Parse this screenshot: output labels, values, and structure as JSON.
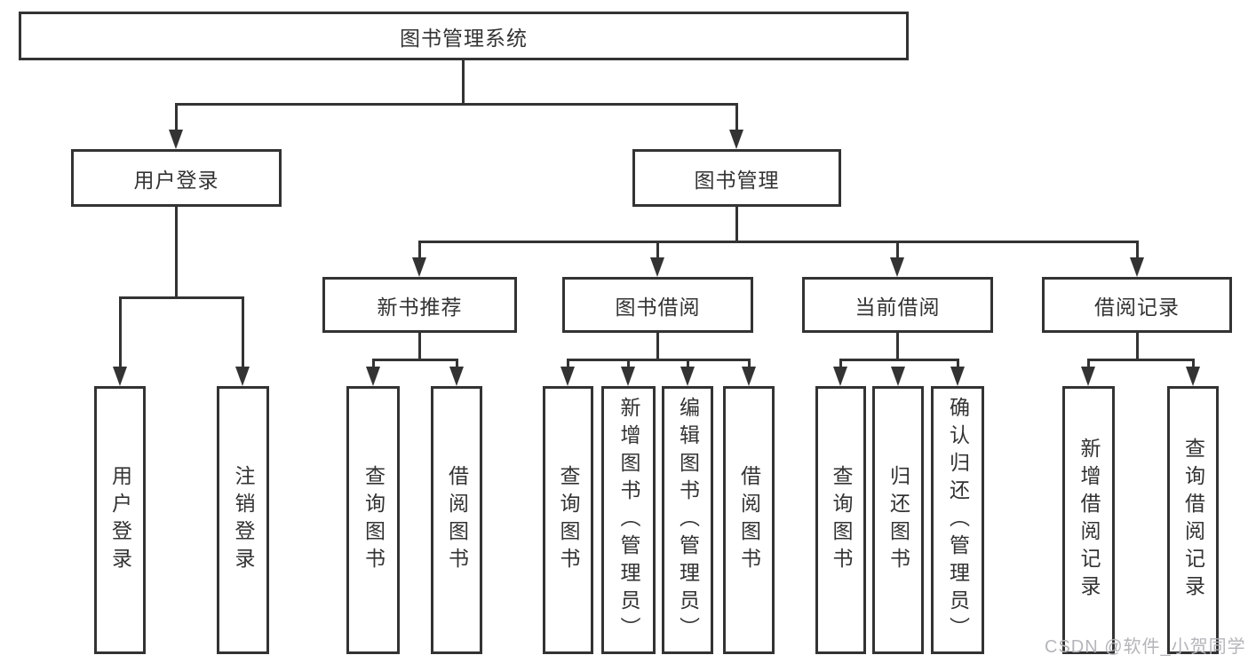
{
  "root": {
    "label": "图书管理系统"
  },
  "level1": [
    {
      "label": "用户登录"
    },
    {
      "label": "图书管理"
    }
  ],
  "level2": [
    {
      "label": "新书推荐"
    },
    {
      "label": "图书借阅"
    },
    {
      "label": "当前借阅"
    },
    {
      "label": "借阅记录"
    }
  ],
  "leaves": [
    {
      "label": "用户登录"
    },
    {
      "label": "注销登录"
    },
    {
      "label": "查询图书"
    },
    {
      "label": "借阅图书"
    },
    {
      "label": "查询图书"
    },
    {
      "label": "新增图书（管理员）"
    },
    {
      "label": "编辑图书（管理员）"
    },
    {
      "label": "借阅图书"
    },
    {
      "label": "查询图书"
    },
    {
      "label": "归还图书"
    },
    {
      "label": "确认归还（管理员）"
    },
    {
      "label": "新增借阅记录"
    },
    {
      "label": "查询借阅记录"
    }
  ],
  "watermark": "CSDN @软件_小贺同学",
  "colors": {
    "line": "#333333",
    "text": "#333333",
    "watermark": "#b5b5ba",
    "background": "#ffffff"
  }
}
